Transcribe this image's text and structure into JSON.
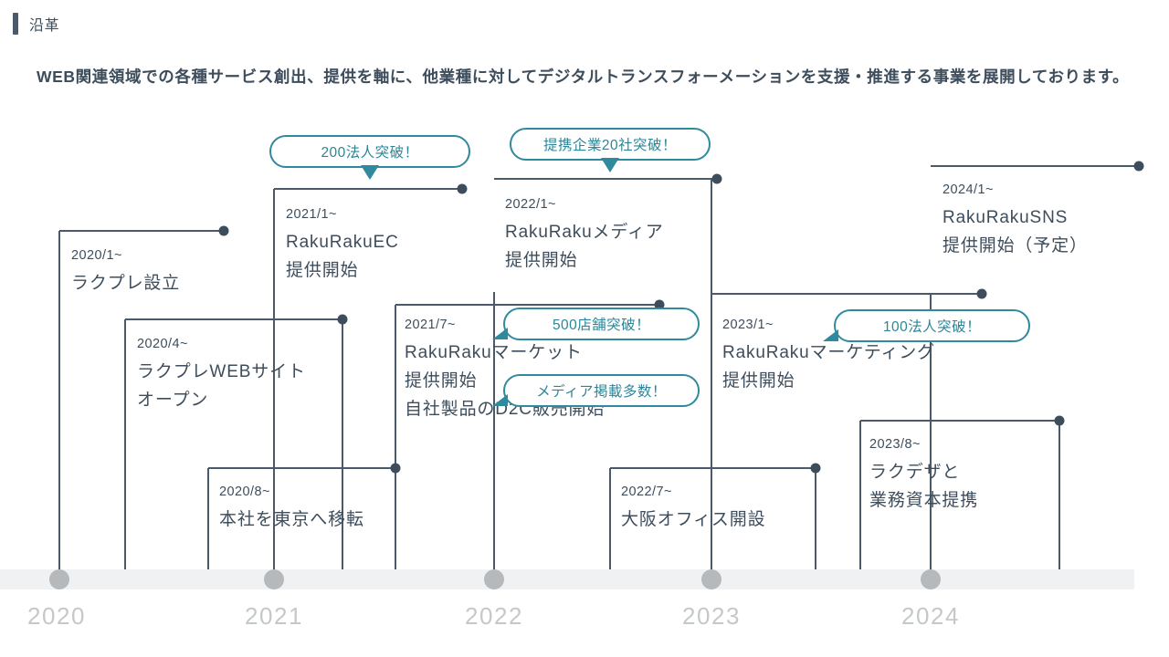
{
  "header": {
    "section_title": "沿革",
    "lead_text": "WEB関連領域での各種サービス創出、提供を軸に、他業種に対してデジタルトランスフォーメーションを支援・推進する事業を展開しております。"
  },
  "colors": {
    "text": "#3d4d5c",
    "accent_teal": "#2f8a9e",
    "connector": "#4a5a6a",
    "axis_band": "#f0f1f2",
    "axis_marker": "#b6b9bb",
    "axis_label": "#c5c8ca"
  },
  "axis": {
    "years": [
      "2020",
      "2021",
      "2022",
      "2023",
      "2024"
    ]
  },
  "entries": [
    {
      "date": "2020/1~",
      "lines": [
        "ラクプレ設立"
      ]
    },
    {
      "date": "2020/4~",
      "lines": [
        "ラクプレWEBサイト",
        "オープン"
      ]
    },
    {
      "date": "2020/8~",
      "lines": [
        "本社を東京へ移転"
      ]
    },
    {
      "date": "2021/1~",
      "lines": [
        "RakuRakuEC",
        "提供開始"
      ]
    },
    {
      "date": "2021/7~",
      "lines": [
        "RakuRakuマーケット",
        "提供開始",
        "自社製品のD2C販売開始"
      ]
    },
    {
      "date": "2022/1~",
      "lines": [
        "RakuRakuメディア",
        "提供開始"
      ]
    },
    {
      "date": "2022/7~",
      "lines": [
        "大阪オフィス開設"
      ]
    },
    {
      "date": "2023/1~",
      "lines": [
        "RakuRakuマーケティング",
        "提供開始"
      ]
    },
    {
      "date": "2023/8~",
      "lines": [
        "ラクデザと",
        "業務資本提携"
      ]
    },
    {
      "date": "2024/1~",
      "lines": [
        "RakuRakuSNS",
        "提供開始（予定）"
      ]
    }
  ],
  "badges": [
    {
      "label": "200法人突破！",
      "tail": "down"
    },
    {
      "label": "提携企業20社突破！",
      "tail": "down"
    },
    {
      "label": "500店舗突破！",
      "tail": "left"
    },
    {
      "label": "メディア掲載多数！",
      "tail": "left"
    },
    {
      "label": "100法人突破！",
      "tail": "left"
    }
  ]
}
